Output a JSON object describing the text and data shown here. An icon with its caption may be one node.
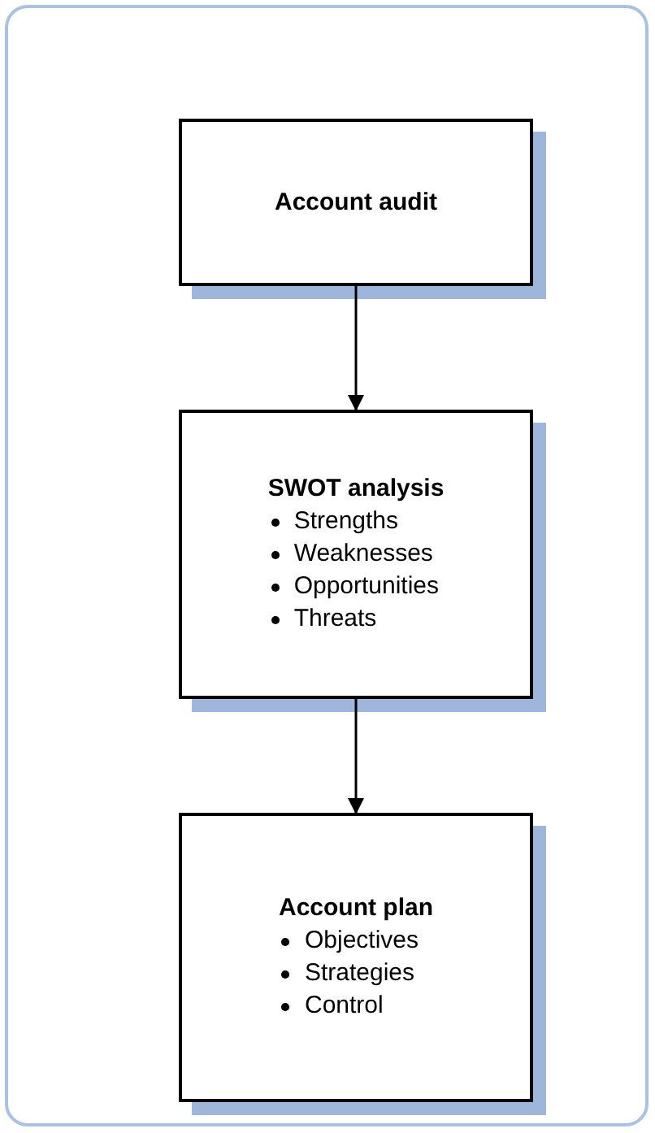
{
  "diagram": {
    "nodes": [
      {
        "text": [
          "Account audit"
        ]
      },
      {
        "text": [
          "SWOT analysis",
          "Strengths",
          "Weaknesses",
          "Opportunities",
          "Threats"
        ]
      },
      {
        "text": [
          "Account plan",
          "Objectives",
          "Strategies",
          "Control"
        ]
      }
    ],
    "edges": [
      {
        "from": 0,
        "to": 1,
        "arrow": "to"
      },
      {
        "from": 1,
        "to": 2,
        "arrow": "to"
      }
    ]
  }
}
